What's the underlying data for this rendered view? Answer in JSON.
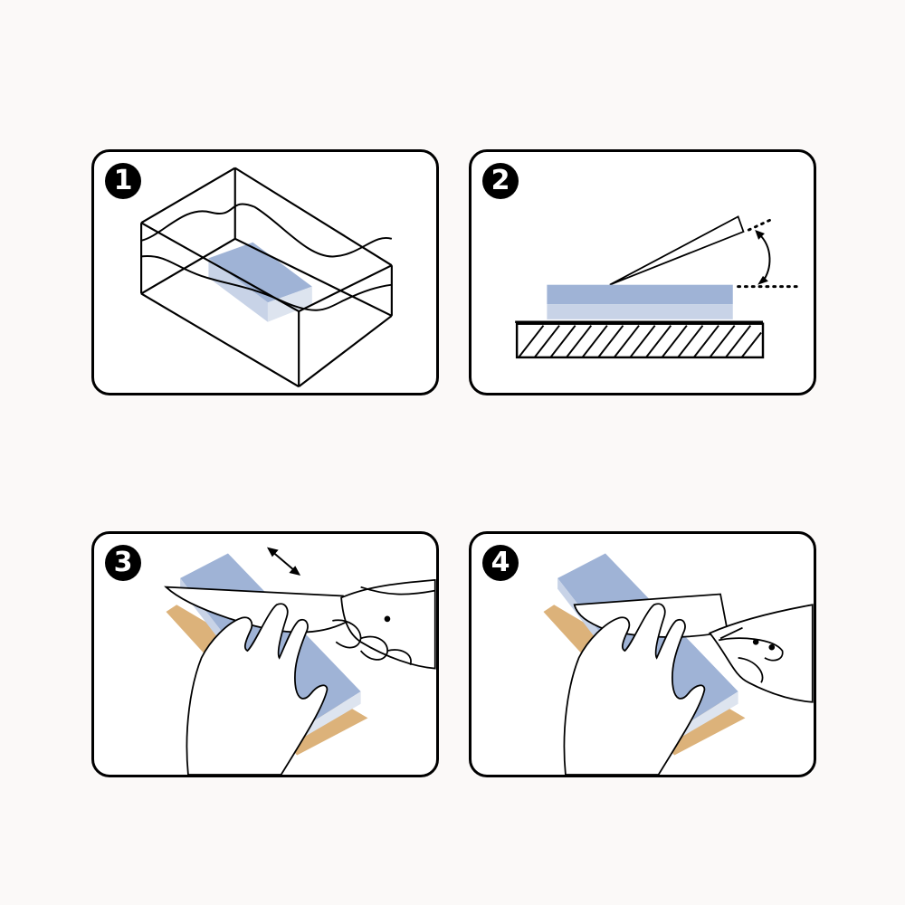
{
  "steps": [
    {
      "number": "1",
      "icon": "soak-stone-in-water-icon"
    },
    {
      "number": "2",
      "icon": "blade-angle-on-stone-icon"
    },
    {
      "number": "3",
      "icon": "sharpen-blade-back-and-forth-icon"
    },
    {
      "number": "4",
      "icon": "sharpen-blade-edge-icon"
    }
  ],
  "colors": {
    "stone_blue": "#9fb3d6",
    "stone_light": "#c8d3e7",
    "stone_pale": "#dde4ef",
    "base_tan": "#dcb27a",
    "outline": "#000000",
    "panel_bg": "#ffffff",
    "page_bg": "#fbf9f8"
  }
}
